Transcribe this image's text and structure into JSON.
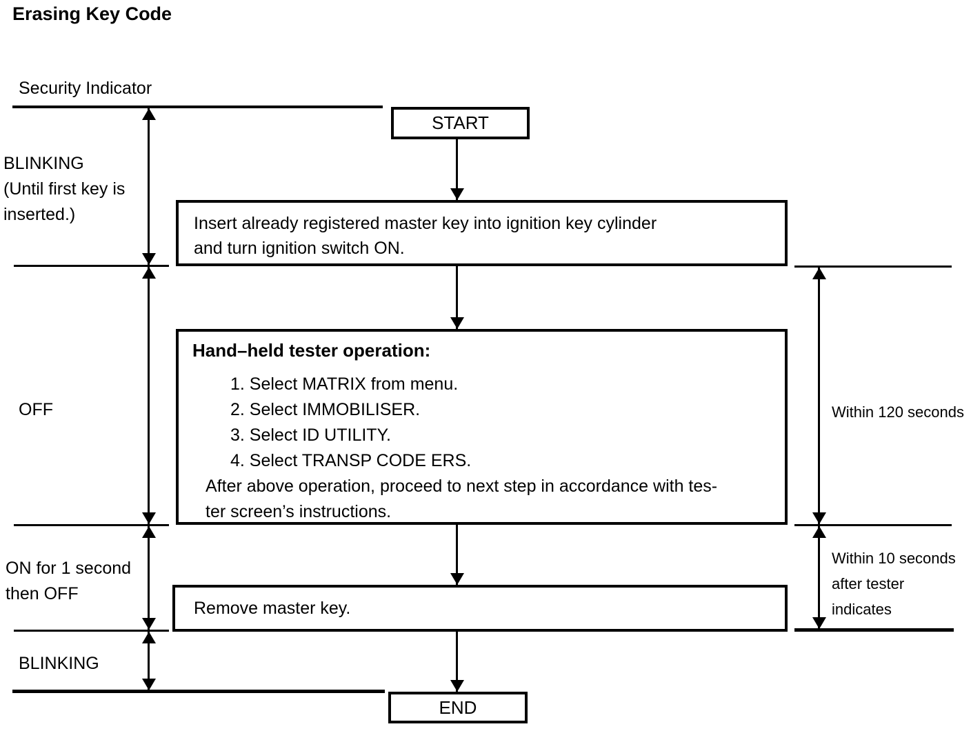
{
  "page_title": "Erasing Key Code",
  "security_indicator_label": "Security Indicator",
  "left_timeline": {
    "blinking_until": "BLINKING\n(Until first key is\ninserted.)",
    "off": "OFF",
    "on_then_off": "ON for 1 second\nthen OFF",
    "blinking": "BLINKING"
  },
  "right_timeline": {
    "within_120": "Within 120 seconds",
    "within_10": "Within 10 seconds\nafter tester\nindicates"
  },
  "flowchart": {
    "start_label": "START",
    "step_insert_key": "Insert already registered master key into ignition key cylinder\nand turn ignition switch ON.",
    "tester_operation": {
      "heading": "Hand–held tester operation:",
      "steps": [
        "1. Select MATRIX from menu.",
        "2. Select IMMOBILISER.",
        "3. Select ID UTILITY.",
        "4. Select TRANSP CODE ERS."
      ],
      "note": "After above operation, proceed to next step in accordance with tes-\nter screen’s instructions."
    },
    "step_remove_key": "Remove master key.",
    "end_label": "END"
  },
  "colors": {
    "line": "#000000",
    "background": "#ffffff"
  }
}
